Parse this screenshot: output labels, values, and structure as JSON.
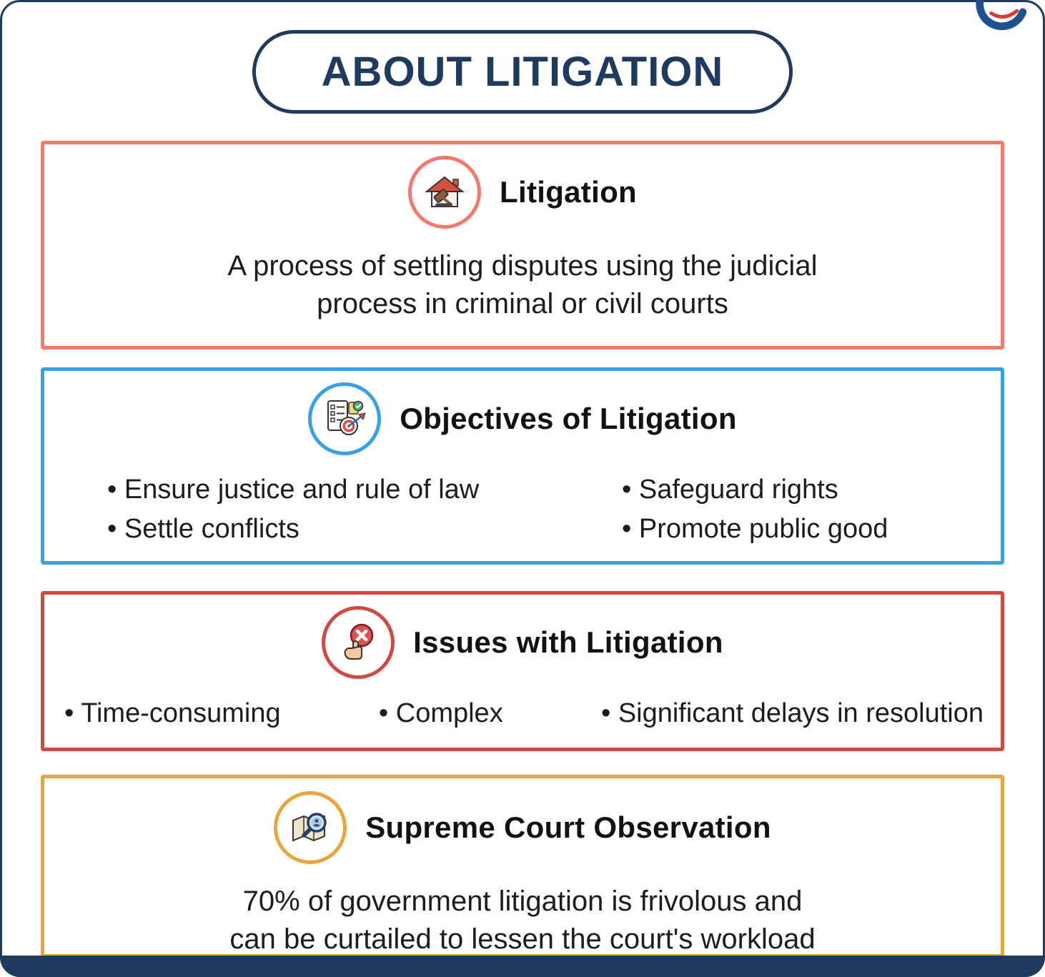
{
  "page": {
    "title": "ABOUT LITIGATION",
    "frame_color": "#1e3a5f"
  },
  "brand": {
    "logo": "pw-globe-logo",
    "blue": "#1d4f91",
    "red": "#d83a34"
  },
  "sections": [
    {
      "id": "litigation",
      "title": "Litigation",
      "icon": "gavel-house-icon",
      "accent": "#f4796b",
      "body_lines": [
        "A process of settling disputes using the judicial",
        "process in criminal or civil courts"
      ]
    },
    {
      "id": "objectives-of-litigation",
      "title": "Objectives of Litigation",
      "icon": "checklist-target-icon",
      "accent": "#38a1e6",
      "bullets_left": [
        "Ensure justice and rule of law",
        "Settle conflicts"
      ],
      "bullets_right": [
        "Safeguard rights",
        "Promote public good"
      ]
    },
    {
      "id": "issues-with-litigation",
      "title": "Issues with Litigation",
      "icon": "reject-hand-icon",
      "accent": "#d04a44",
      "bullets": [
        "Time-consuming",
        "Complex",
        "Significant delays in resolution"
      ]
    },
    {
      "id": "supreme-court-observation",
      "title": "Supreme Court Observation",
      "icon": "magnifier-map-icon",
      "accent": "#e9a63c",
      "body_lines": [
        "70% of government litigation is frivolous and",
        "can be curtailed to lessen the court's workload"
      ]
    }
  ]
}
